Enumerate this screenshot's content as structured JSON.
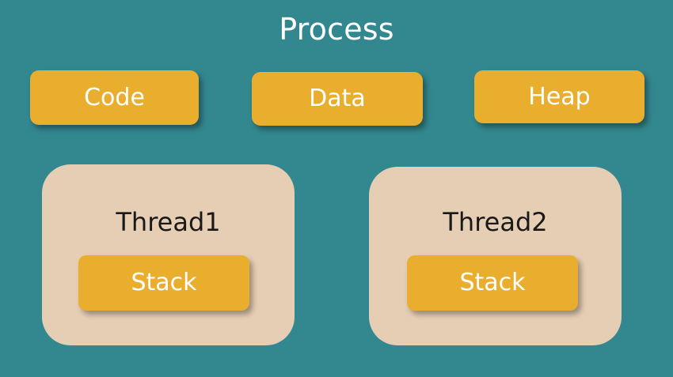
{
  "diagram": {
    "title": "Process",
    "background_color": "#33878F",
    "segment_color": "#E9AE2D",
    "thread_color": "#E6CEB4",
    "title_color": "#FFFFFF",
    "thread_label_color": "#191919",
    "segments": [
      {
        "label": "Code"
      },
      {
        "label": "Data"
      },
      {
        "label": "Heap"
      }
    ],
    "threads": [
      {
        "label": "Thread1",
        "stack_label": "Stack"
      },
      {
        "label": "Thread2",
        "stack_label": "Stack"
      }
    ]
  }
}
